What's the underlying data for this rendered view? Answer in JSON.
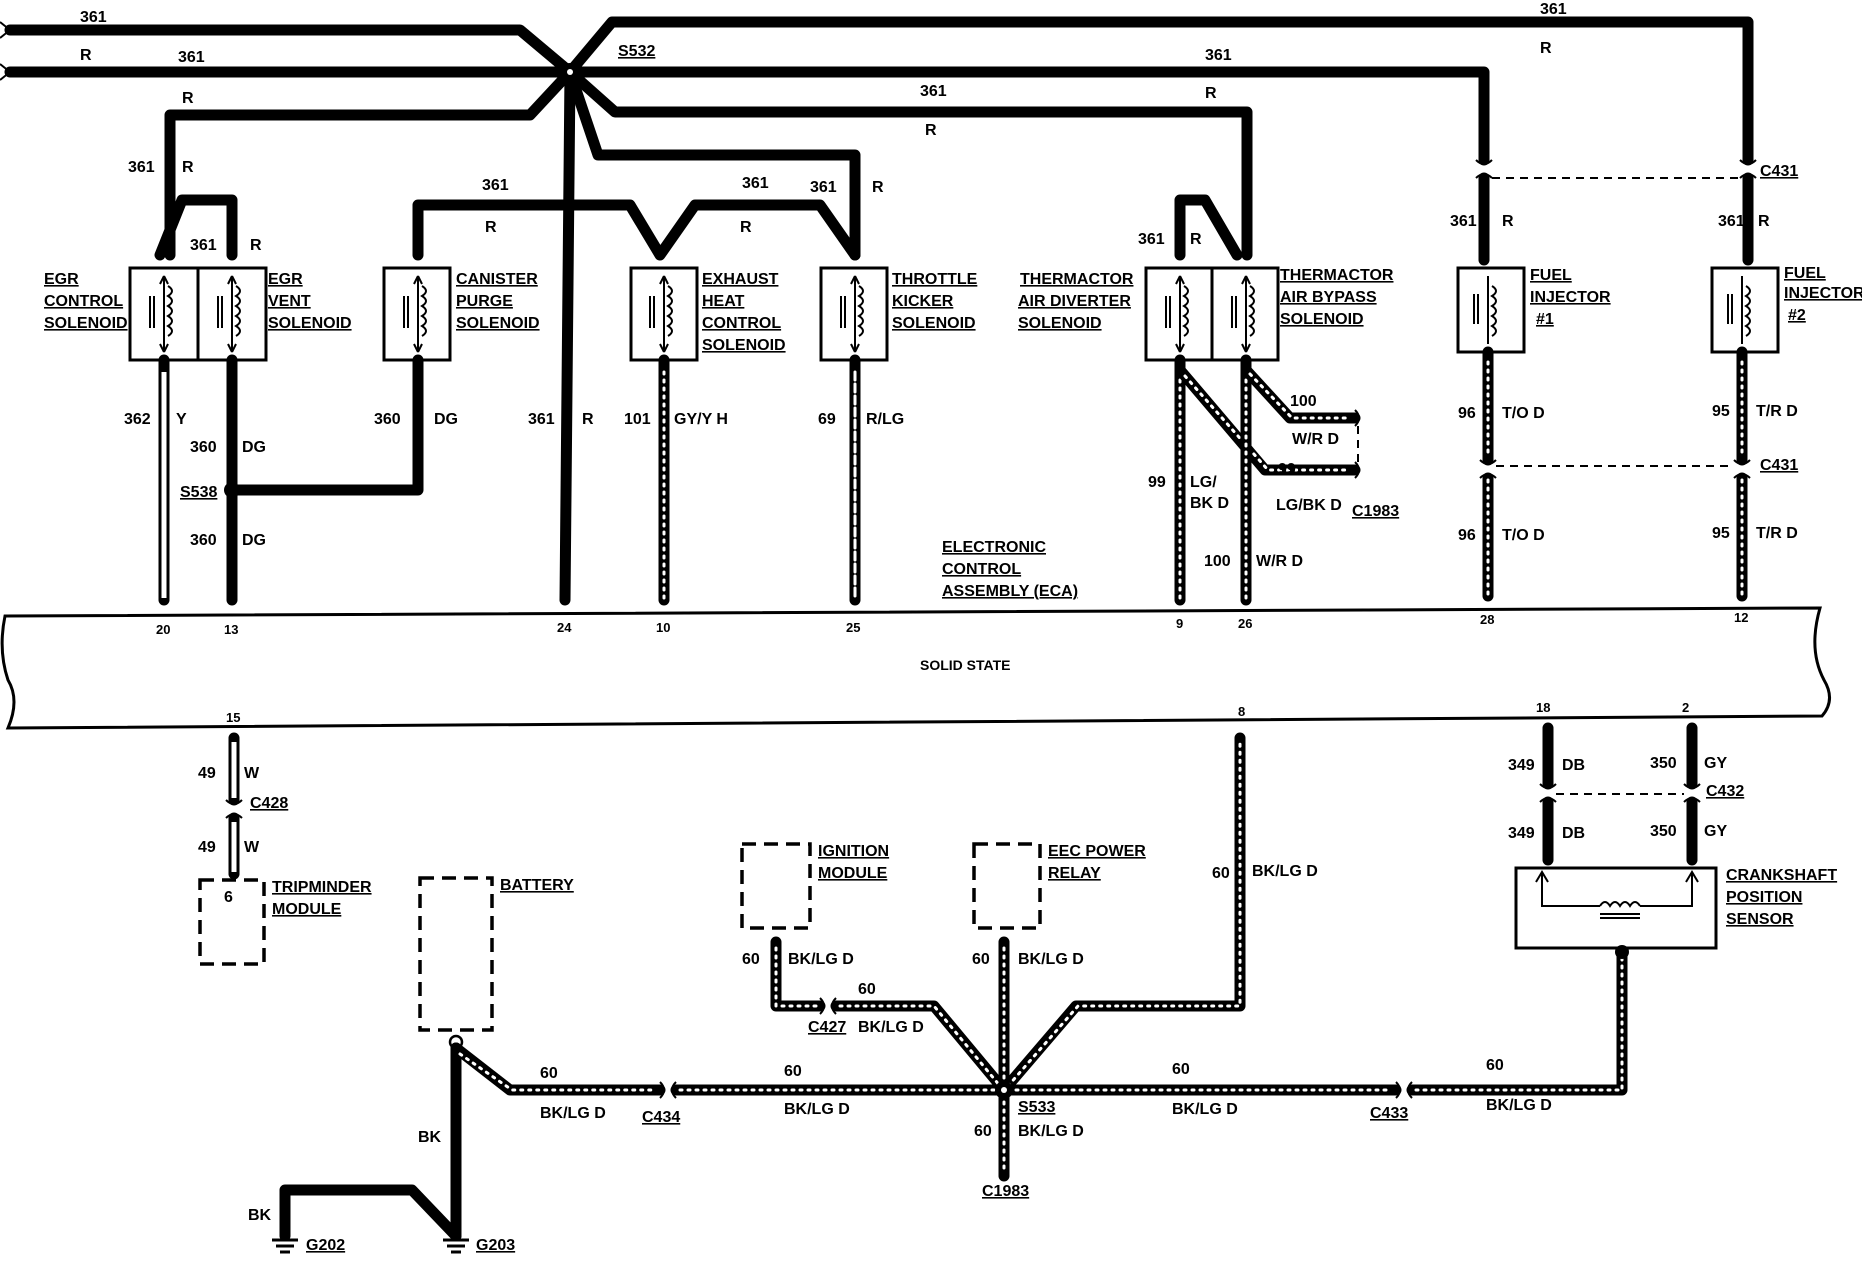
{
  "wire_labels": {
    "c361": "361",
    "r": "R",
    "c362": "362",
    "y": "Y",
    "c360": "360",
    "dg": "DG",
    "c101": "101",
    "gyyh": "GY/Y H",
    "c69": "69",
    "rlg": "R/LG",
    "c99": "99",
    "lg": "LG/",
    "bkd": "BK D",
    "lgbkd": "LG/BK D",
    "c100": "100",
    "wrd": "W/R D",
    "c96": "96",
    "tod": "T/O D",
    "c95": "95",
    "trd": "T/R D",
    "c49": "49",
    "w": "W",
    "c60": "60",
    "bklgd": "BK/LG D",
    "bk": "BK",
    "c349": "349",
    "db": "DB",
    "c350": "350",
    "gy": "GY"
  },
  "splices": {
    "s532": "S532",
    "s538": "S538",
    "s533": "S533"
  },
  "connectors": {
    "c431": "C431",
    "c1983": "C1983",
    "c428": "C428",
    "c427": "C427",
    "c434": "C434",
    "c433": "C433",
    "c432": "C432"
  },
  "grounds": {
    "g202": "G202",
    "g203": "G203"
  },
  "components": {
    "egr_control": [
      "EGR",
      "CONTROL",
      "SOLENOID"
    ],
    "egr_vent": [
      "EGR",
      "VENT",
      "SOLENOID"
    ],
    "canister_purge": [
      "CANISTER",
      "PURGE",
      "SOLENOID"
    ],
    "exhaust_heat": [
      "EXHAUST",
      "HEAT",
      "CONTROL",
      "SOLENOID"
    ],
    "throttle_kicker": [
      "THROTTLE",
      "KICKER",
      "SOLENOID"
    ],
    "thermactor_diverter": [
      "THERMACTOR",
      "AIR DIVERTER",
      "SOLENOID"
    ],
    "thermactor_bypass": [
      "THERMACTOR",
      "AIR BYPASS",
      "SOLENOID"
    ],
    "fuel_injector_1": [
      "FUEL",
      "INJECTOR",
      "#1"
    ],
    "fuel_injector_2": [
      "FUEL",
      "INJECTOR",
      "#2"
    ],
    "eca": [
      "ELECTRONIC",
      "CONTROL",
      "ASSEMBLY (ECA)"
    ],
    "tripminder": [
      "TRIPMINDER",
      "MODULE"
    ],
    "tripminder_pin": "6",
    "battery": "BATTERY",
    "ignition_module": [
      "IGNITION",
      "MODULE"
    ],
    "eec_power_relay": [
      "EEC POWER",
      "RELAY"
    ],
    "crankshaft_sensor": [
      "CRANKSHAFT",
      "POSITION",
      "SENSOR"
    ]
  },
  "eca_body": "SOLID STATE",
  "eca_pins": {
    "p20": "20",
    "p13": "13",
    "p24": "24",
    "p10": "10",
    "p25": "25",
    "p9": "9",
    "p26": "26",
    "p28": "28",
    "p12": "12",
    "p15": "15",
    "p8": "8",
    "p18": "18",
    "p2": "2"
  }
}
